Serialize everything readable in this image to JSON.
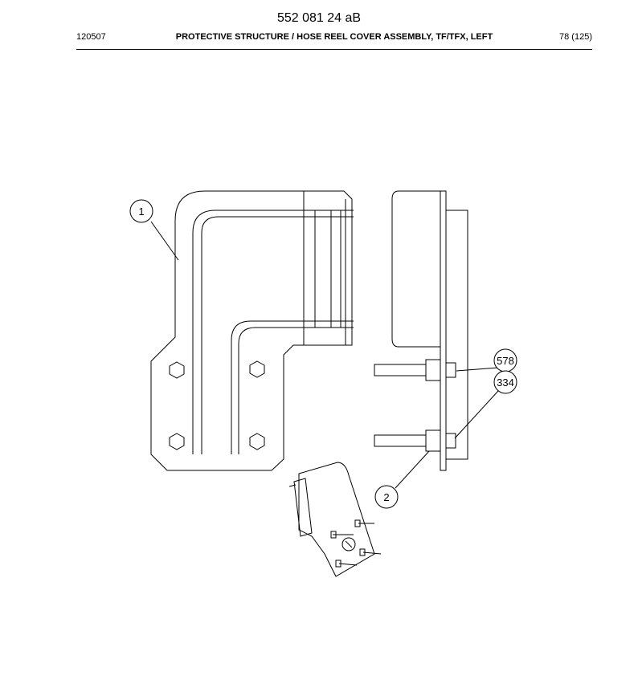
{
  "header": {
    "document_number": "552 081 24 aB",
    "date_code": "120507",
    "title": "PROTECTIVE STRUCTURE / HOSE REEL COVER ASSEMBLY, TF/TFX, LEFT",
    "page": "78 (125)"
  },
  "drawing": {
    "callouts": [
      {
        "id": "callout-1",
        "label": "1"
      },
      {
        "id": "callout-2",
        "label": "2"
      },
      {
        "id": "callout-578",
        "label": "578"
      },
      {
        "id": "callout-334",
        "label": "334"
      }
    ]
  }
}
